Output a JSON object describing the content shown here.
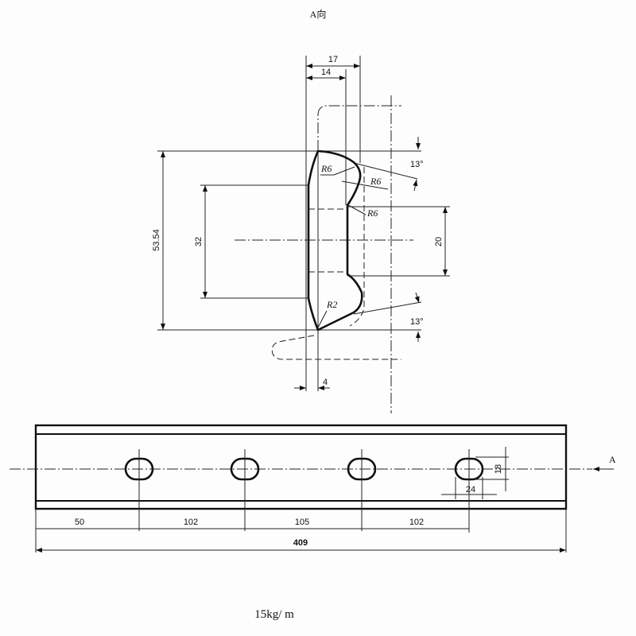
{
  "title": "A向",
  "caption": "15kg/ m",
  "section_view": {
    "dims": {
      "top_outer": "17",
      "top_inner": "14",
      "height": "53.54",
      "inner_height": "32",
      "web": "20",
      "offset": "4"
    },
    "radii": [
      "R6",
      "R6",
      "R6",
      "R2"
    ],
    "angles": [
      "13°",
      "13°"
    ]
  },
  "plan_view": {
    "spacings": [
      "50",
      "102",
      "105",
      "102"
    ],
    "total_length": "409",
    "hole_width": "24",
    "hole_height": "18",
    "view_marker": "A"
  }
}
